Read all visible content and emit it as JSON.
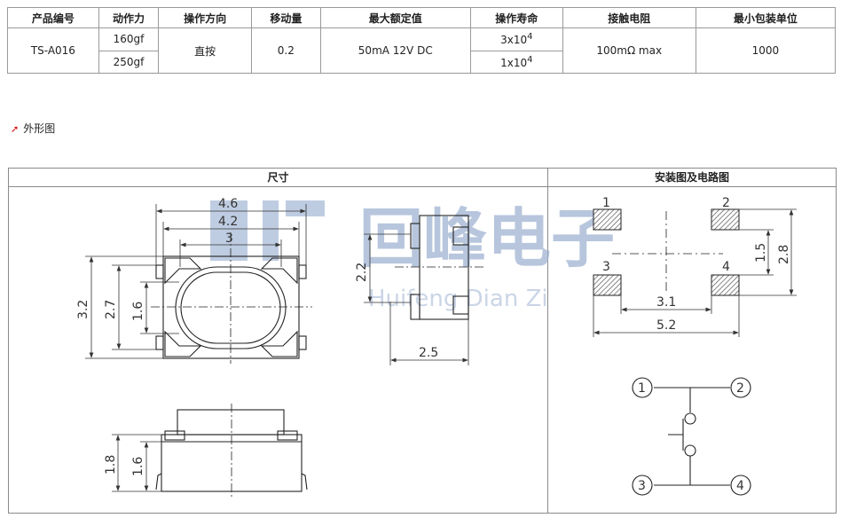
{
  "table": {
    "headers": [
      "产品编号",
      "动作力",
      "操作方向",
      "移动量",
      "最大额定值",
      "操作寿命",
      "接触电阻",
      "最小包装单位"
    ],
    "part_no": "TS-A016",
    "force_1": "160gf",
    "force_2": "250gf",
    "direction": "直按",
    "travel": "0.2",
    "rating": "50mA 12V DC",
    "life_1_base": "3x10",
    "life_1_exp": "4",
    "life_2_base": "1x10",
    "life_2_exp": "4",
    "resistance": "100mΩ max",
    "min_pack": "1000"
  },
  "section_title": "外形图",
  "panel": {
    "left_header": "尺寸",
    "right_header": "安装图及电路图"
  },
  "dims": {
    "w46": "4.6",
    "w42": "4.2",
    "w3": "3",
    "h32": "3.2",
    "h27": "2.7",
    "h16": "1.6",
    "side_h22": "2.2",
    "side_w25": "2.5",
    "bottom_h18": "1.8",
    "bottom_h16": "1.6",
    "pad_w31": "3.1",
    "pad_w52": "5.2",
    "pad_h15": "1.5",
    "pad_h28": "2.8"
  },
  "pads": [
    "1",
    "2",
    "3",
    "4"
  ],
  "circuit": [
    "1",
    "2",
    "3",
    "4"
  ],
  "watermark": {
    "cn": "回峰电子",
    "en": "Huifeng Dian Zi"
  }
}
